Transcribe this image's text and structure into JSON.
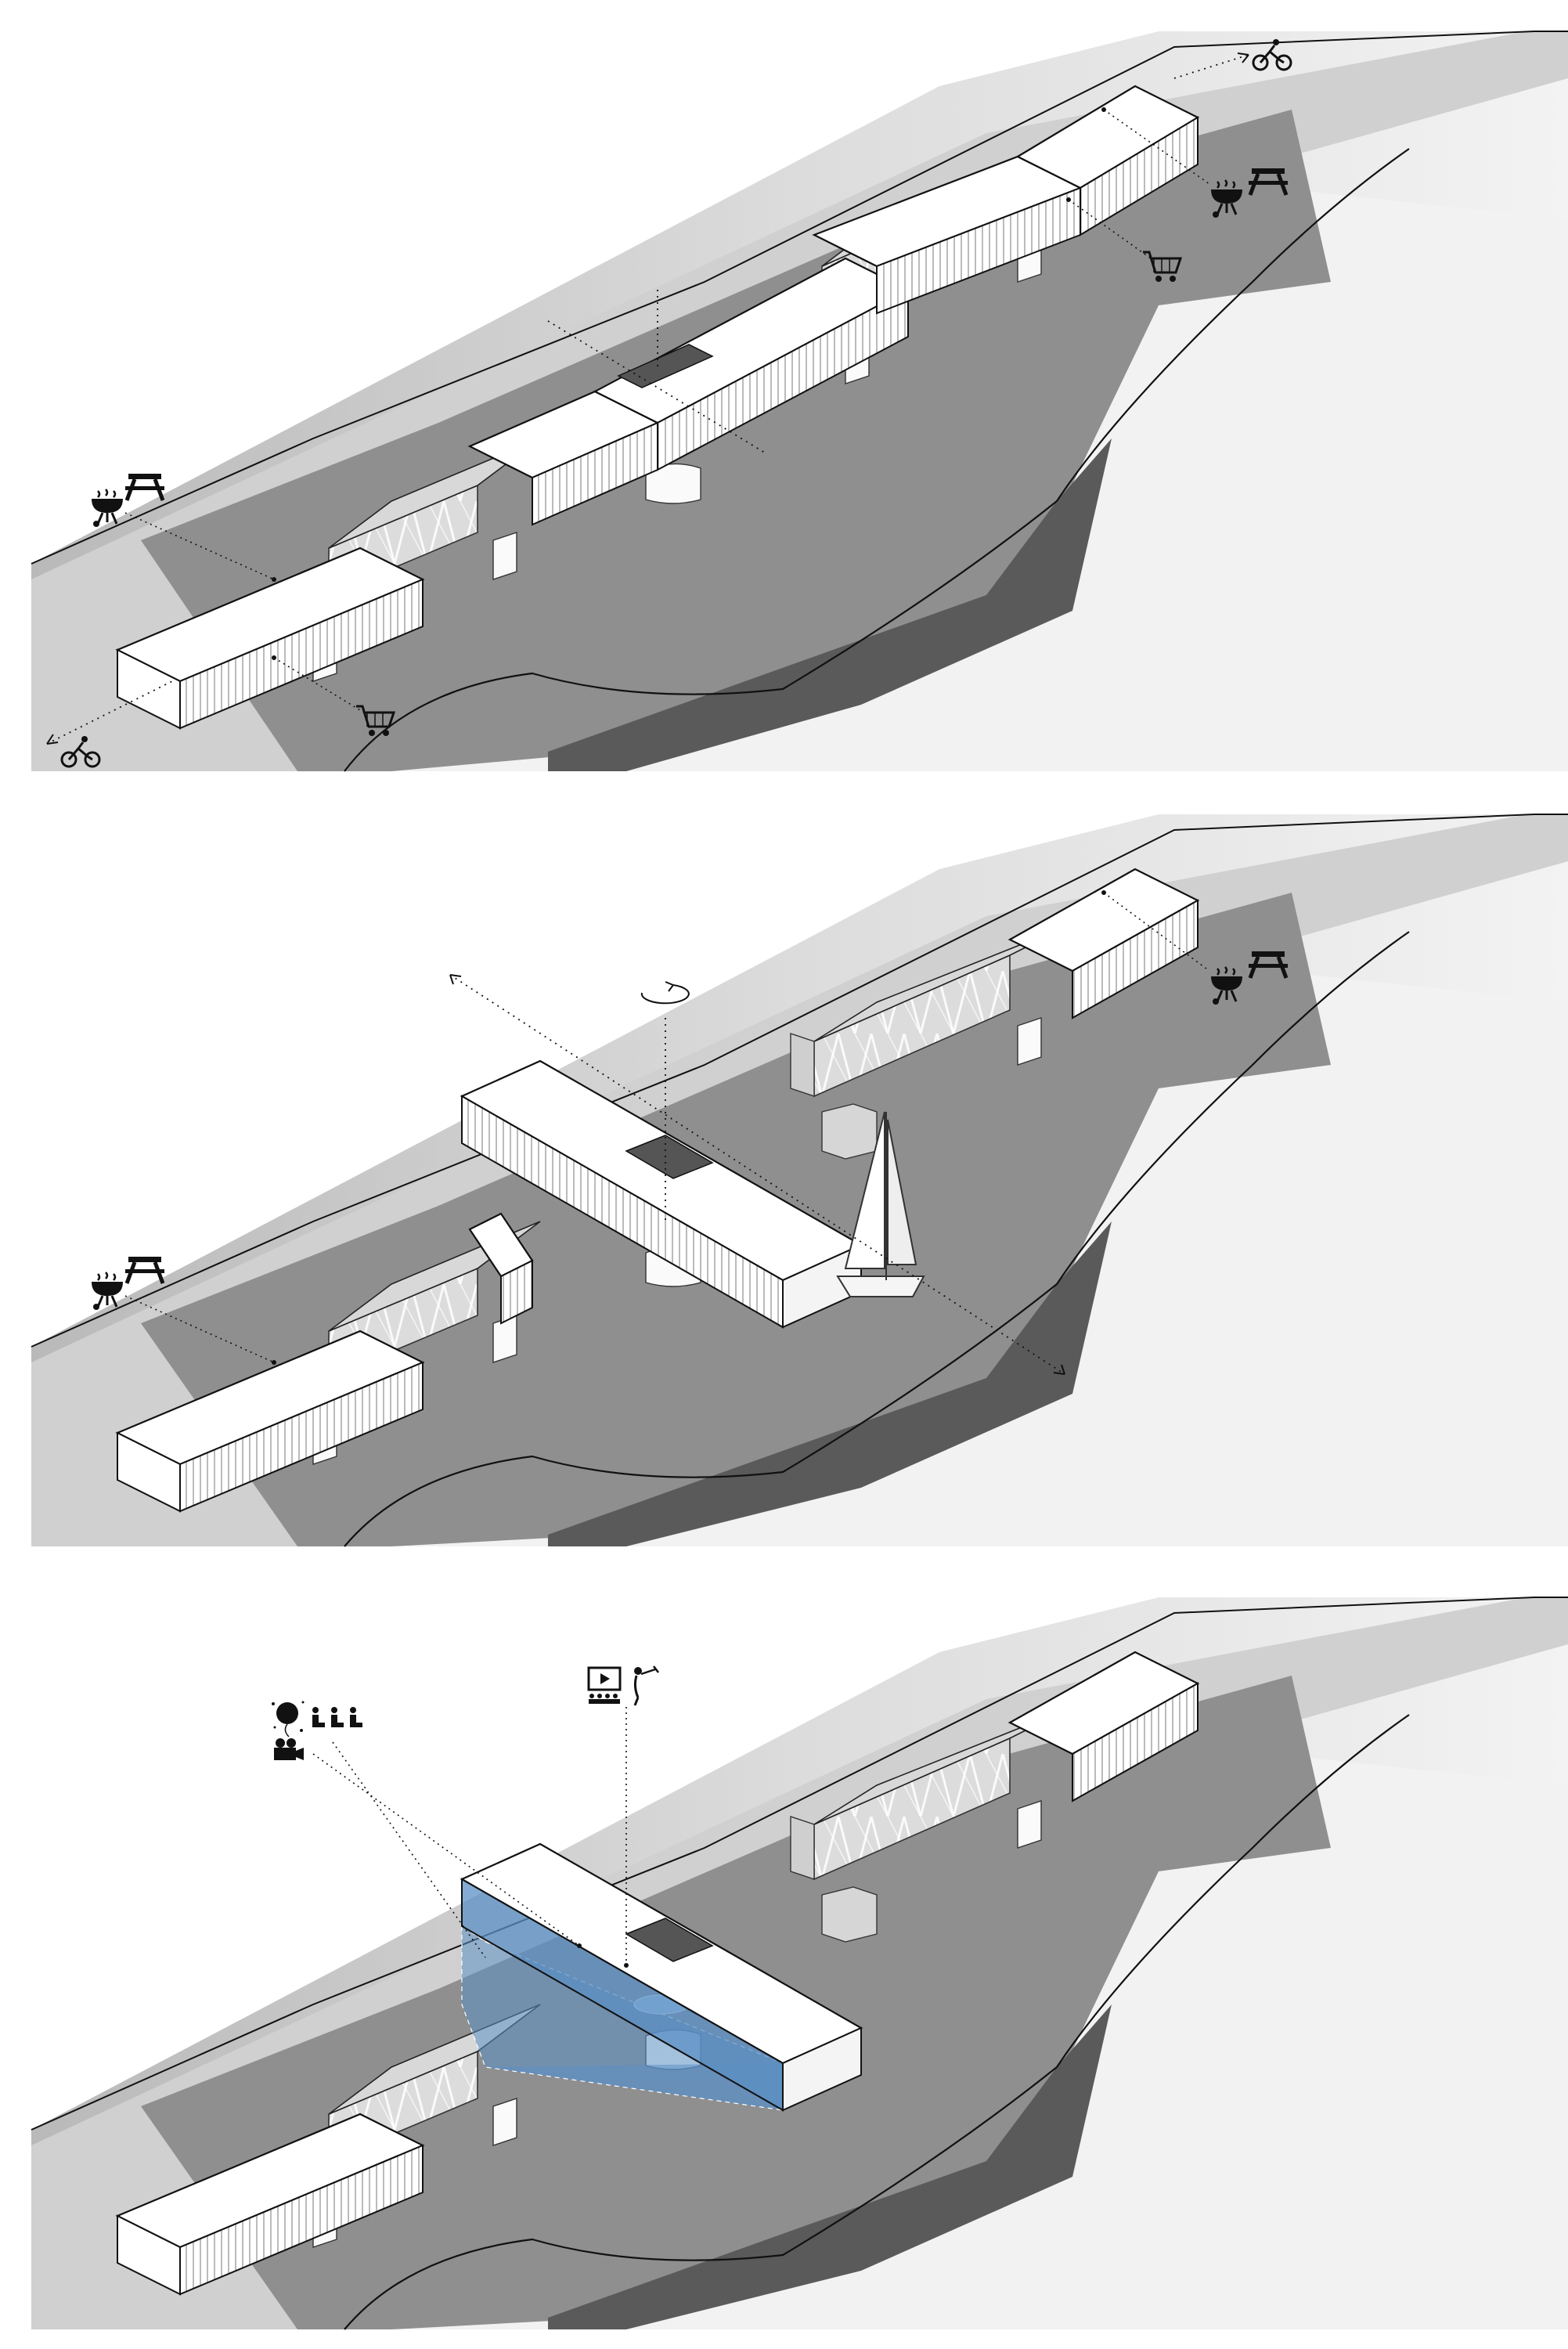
{
  "diagram": {
    "panels": [
      {
        "id": "stage-closed",
        "icons": [
          "barbecue-grill-icon",
          "picnic-table-icon",
          "shopping-cart-icon",
          "cyclist-icon"
        ]
      },
      {
        "id": "stage-rotated-open",
        "icons": [
          "barbecue-grill-icon",
          "picnic-table-icon",
          "rotation-arrow-icon",
          "sailboat-icon"
        ]
      },
      {
        "id": "stage-event",
        "icons": [
          "balloon-icon",
          "audience-seats-icon",
          "film-camera-icon",
          "cinema-screen-icon",
          "trumpet-player-icon"
        ]
      }
    ],
    "colors": {
      "river": "#8f8f8f",
      "river_dark": "#5a5a5a",
      "bank": "#e6e6e6",
      "bank_mid": "#c4c4c4",
      "road": "#d2d2d2",
      "projection_blue": "#5b8fc4"
    }
  }
}
